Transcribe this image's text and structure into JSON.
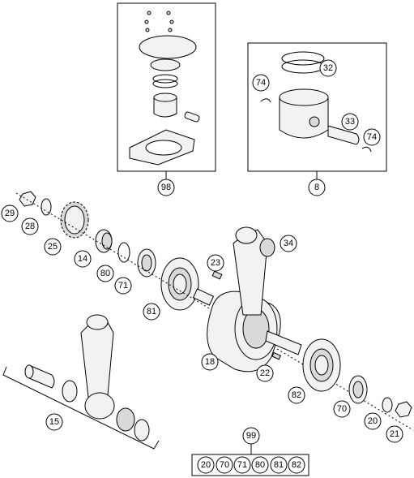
{
  "callouts": {
    "c98": "98",
    "c8": "8",
    "c32": "32",
    "c74a": "74",
    "c33": "33",
    "c74b": "74",
    "c29": "29",
    "c28": "28",
    "c25": "25",
    "c14": "14",
    "c80": "80",
    "c71": "71",
    "c81": "81",
    "c23": "23",
    "c34": "34",
    "c18": "18",
    "c22": "22",
    "c82": "82",
    "c70": "70",
    "c20": "20",
    "c21": "21",
    "c15": "15",
    "c99": "99"
  },
  "kit_99": [
    "20",
    "70",
    "71",
    "80",
    "81",
    "82"
  ]
}
